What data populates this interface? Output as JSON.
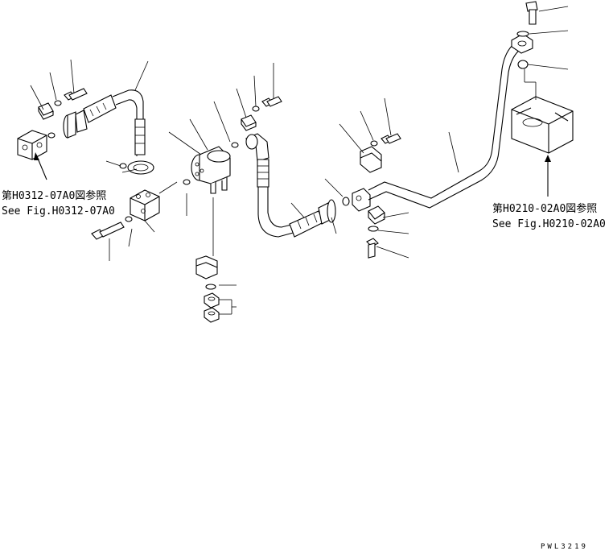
{
  "references": {
    "left_jp": "第H0312-07A0図参照",
    "left_en": "See Fig.H0312-07A0",
    "right_jp": "第H0210-02A0図参照",
    "right_en": "See Fig.H0210-02A0"
  },
  "drawing_code": "PWL3219",
  "colors": {
    "ink": "#000000",
    "paper": "#ffffff"
  }
}
